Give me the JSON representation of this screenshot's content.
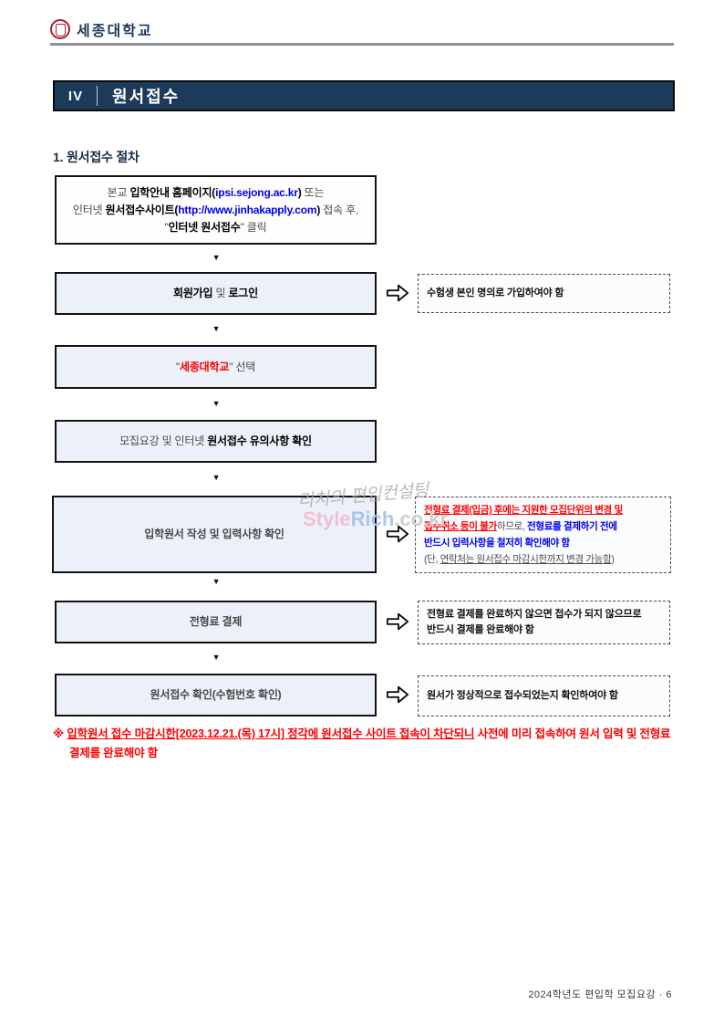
{
  "header": {
    "university_name": "세종대학교"
  },
  "title_bar": {
    "numeral": "IV",
    "title": "원서접수"
  },
  "section_heading": "1. 원서접수 절차",
  "icons": {
    "down_arrow": "▼"
  },
  "colors": {
    "navy": "#1c3a5a",
    "accent_red": "#ff0000",
    "accent_blue": "#0000f0",
    "box_fill": "#ecf1f9",
    "emblem_red": "#b01c30"
  },
  "flowchart": {
    "step1": {
      "line1_pre": "본교 ",
      "line1_bold": "입학안내 홈페이지(",
      "line1_url": "ipsi.sejong.ac.kr",
      "line1_close": ")",
      "line1_post": " 또는",
      "line2_pre": "인터넷 ",
      "line2_bold": "원서접수사이트(",
      "line2_url": "http://www.jinhakapply.com",
      "line2_close": ")",
      "line2_post": " 접속 후,",
      "line3_pre": "\"",
      "line3_bold": "인터넷 원서접수",
      "line3_post": "\" 클릭"
    },
    "step2": {
      "bold1": "회원가입",
      "mid": " 및 ",
      "bold2": "로그인"
    },
    "step2_note": "수험생 본인 명의로 가입하여야 함",
    "step3": {
      "pre": "\"",
      "highlight": "세종대학교",
      "post": "\" 선택"
    },
    "step4": {
      "pre": "모집요강 및 인터넷 ",
      "bold": "원서접수 유의사항 확인"
    },
    "step5": {
      "label": "입학원서 작성 및 입력사항 확인"
    },
    "step5_note": {
      "line1_red": "전형료 결제(입금) 후에는 지원한 모집단위의 변경 및",
      "line2_red": "접수취소 등이 불가",
      "line2_plain": "하므로, ",
      "line2_blue": "전형료를 결제하기 전에",
      "line3_blue": "반드시 입력사항을 철저히 확인해야 함",
      "line4_pre": "(단, ",
      "line4_underline": "연락처는 원서접수 마감시한까지 변경 가능함",
      "line4_post": ")"
    },
    "step6": {
      "label": "전형료 결제"
    },
    "step6_note": {
      "line1": "전형료 결제를 완료하지 않으면 접수가 되지 않으므로",
      "line2": "반드시 결제를 완료해야 함"
    },
    "step7": {
      "label": "원서접수 확인(수험번호 확인)"
    },
    "step7_note": "원서가 정상적으로 접수되었는지 확인하여야 함"
  },
  "deadline_note": {
    "mark": "※ ",
    "underlined": "입학원서 접수 마감시한[2023.12.21.(목) 17시] 정각에 원서접수 사이트 접속이 차단되니",
    "rest": " 사전에 미리 접속하여 원서 입력 및 전형료 결제를 완료해야 함"
  },
  "watermark": {
    "line1": "리치의 편입컨설팅",
    "brand_style": "Style",
    "brand_rich": "Rich",
    "brand_domain": ".co.kr"
  },
  "footer": {
    "text": "2024학년도 편입학 모집요강 · 6"
  }
}
